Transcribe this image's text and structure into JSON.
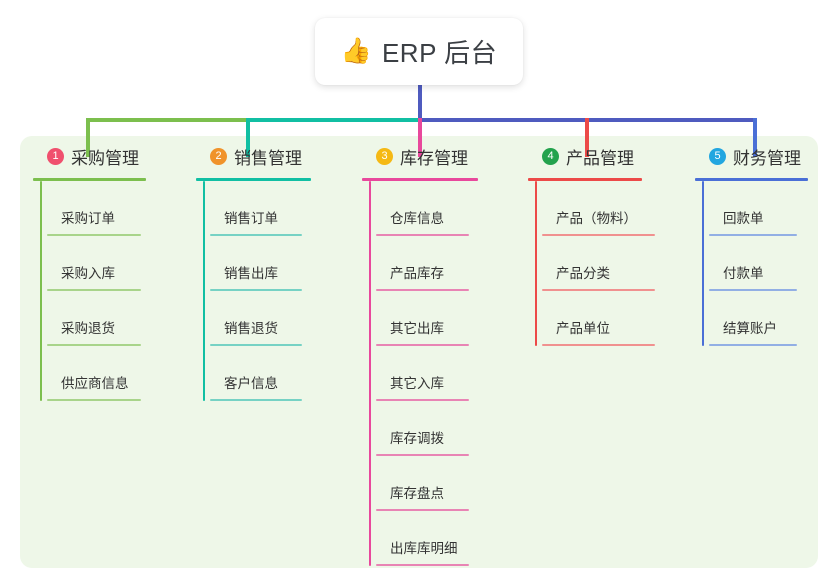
{
  "root": {
    "icon": "thumbs-up-icon",
    "icon_glyph": "👍",
    "title": "ERP 后台"
  },
  "palette": {
    "panel_bg": "#eef7e8",
    "root_connector": "#4f5bbf",
    "badge_1": "#f0506e",
    "badge_2": "#f0932b",
    "badge_3": "#f5b914",
    "badge_4": "#23a24d",
    "badge_5": "#22a6e0"
  },
  "columns": [
    {
      "index": "1",
      "title": "采购管理",
      "color": "#7cbf4e",
      "leaf_color": "#a8d48a",
      "badge_color": "#f0506e",
      "items": [
        "采购订单",
        "采购入库",
        "采购退货",
        "供应商信息"
      ]
    },
    {
      "index": "2",
      "title": "销售管理",
      "color": "#11bfa3",
      "leaf_color": "#76d2c4",
      "badge_color": "#f0932b",
      "items": [
        "销售订单",
        "销售出库",
        "销售退货",
        "客户信息"
      ]
    },
    {
      "index": "3",
      "title": "库存管理",
      "color": "#e8489c",
      "leaf_color": "#e884b4",
      "badge_color": "#f5b914",
      "items": [
        "仓库信息",
        "产品库存",
        "其它出库",
        "其它入库",
        "库存调拨",
        "库存盘点",
        "出库库明细"
      ]
    },
    {
      "index": "4",
      "title": "产品管理",
      "color": "#ec4a48",
      "leaf_color": "#f0918f",
      "badge_color": "#23a24d",
      "items": [
        "产品（物料）",
        "产品分类",
        "产品单位"
      ]
    },
    {
      "index": "5",
      "title": "财务管理",
      "color": "#4a6fd6",
      "leaf_color": "#92afe4",
      "badge_color": "#22a6e0",
      "items": [
        "回款单",
        "付款单",
        "结算账户"
      ]
    }
  ]
}
